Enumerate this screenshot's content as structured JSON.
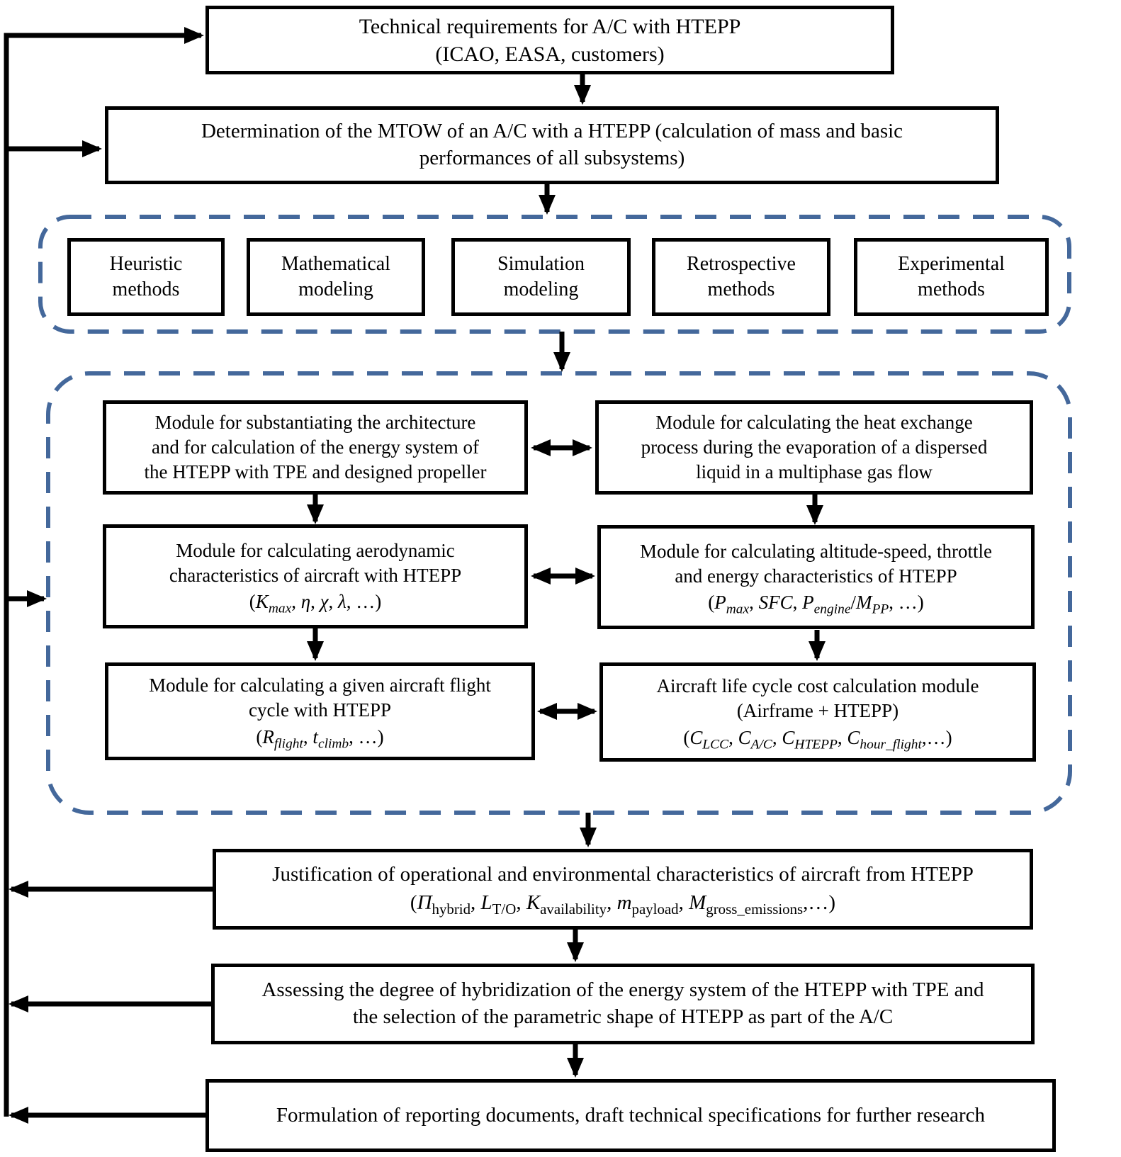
{
  "colors": {
    "dashed_border": "#44689b",
    "line": "#000000",
    "box_border": "#000000",
    "box_bg": "#ffffff"
  },
  "nodes": {
    "requirements": {
      "lines": [
        "Technical requirements for A/C with HTEPP",
        "(ICAO, EASA, customers)"
      ]
    },
    "mtow": {
      "lines": [
        "Determination of the MTOW of an A/C with a HTEPP (calculation of mass and basic",
        "performances of all subsystems)"
      ]
    },
    "methods": [
      "Heuristic methods",
      "Mathematical modeling",
      "Simulation modeling",
      "Retrospective methods",
      "Experimental methods"
    ],
    "modules": {
      "architecture": {
        "lines": [
          "Module for substantiating the architecture",
          "and for calculation of the energy system of",
          "the HTEPP with TPE and designed propeller"
        ]
      },
      "heat_exchange": {
        "lines": [
          "Module for calculating the heat exchange",
          "process during the evaporation of a dispersed",
          "liquid in a multiphase gas flow"
        ]
      },
      "aerodynamic": {
        "lines": [
          "Module for calculating aerodynamic",
          "characteristics of aircraft with HTEPP"
        ],
        "params": "(*K*_{*max*}, *η*, *χ*, *λ*, …)"
      },
      "altitude_speed": {
        "lines": [
          "Module for calculating altitude-speed, throttle",
          "and energy characteristics of HTEPP"
        ],
        "params": "(*P*_{*max*}, *SFC*, *P*_{*engine*}/*M*_{*PP*}, …)"
      },
      "flight_cycle": {
        "lines": [
          "Module for calculating a given aircraft flight",
          "cycle with HTEPP"
        ],
        "params": "(*R*_{*flight*}, *t*_{*climb*}, …)"
      },
      "life_cycle_cost": {
        "lines": [
          "Aircraft life cycle cost calculation module",
          "(Airframe + HTEPP)"
        ],
        "params": "(*C*_{*LCC*}, *C*_{*A/C*}, *C*_{*HTEPP*}, *C*_{*hour_flight*},…)"
      }
    },
    "justification": {
      "lines": [
        "Justification of operational and environmental characteristics of aircraft from HTEPP"
      ],
      "params": "(*Π*_{hybrid}, *L*_{T/O}, *K*_{availability}, *m*_{payload}, *M*_{gross_emissions},…)"
    },
    "assessing": {
      "lines": [
        "Assessing the degree of hybridization of the energy system of the HTEPP with TPE and",
        "the selection of the parametric shape of HTEPP as part of the A/C"
      ]
    },
    "formulation": {
      "lines": [
        "Formulation of reporting documents, draft technical specifications for further research"
      ]
    }
  }
}
